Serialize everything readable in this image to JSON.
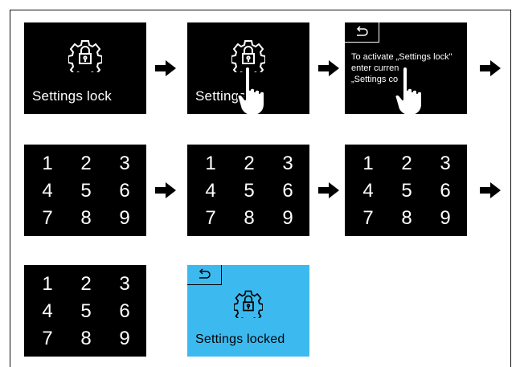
{
  "steps": {
    "step1": {
      "title": "Settings lock"
    },
    "step2": {
      "title": "Settings"
    },
    "step3": {
      "line1": "To activate „Settings lock\"",
      "line2": "enter curren",
      "line3": "„Settings co"
    },
    "step8": {
      "title": "Settings locked"
    }
  },
  "keypad": {
    "keys": [
      "1",
      "2",
      "3",
      "4",
      "5",
      "6",
      "7",
      "8",
      "9"
    ]
  },
  "icons": {
    "lock": "gear-padlock-icon",
    "back": "back-arrow-icon",
    "hand": "pointing-hand-icon",
    "next": "right-arrow-icon"
  },
  "colors": {
    "screen": "#000000",
    "confirm_screen": "#3cbaf0"
  }
}
